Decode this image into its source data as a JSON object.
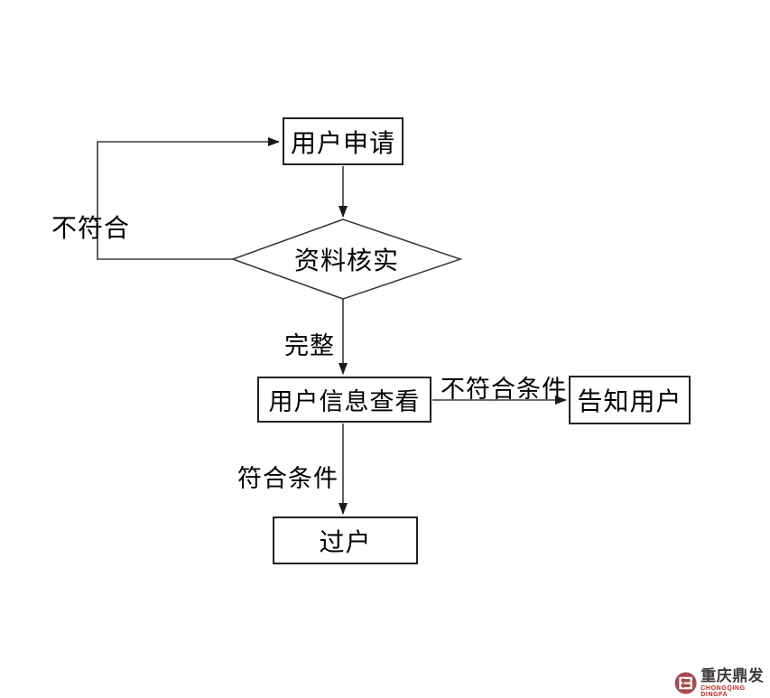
{
  "diagram": {
    "nodes": [
      {
        "id": "apply",
        "label": "用户申请",
        "type": "process"
      },
      {
        "id": "verify",
        "label": "资料核实",
        "type": "decision"
      },
      {
        "id": "view",
        "label": "用户信息查看",
        "type": "process"
      },
      {
        "id": "notify",
        "label": "告知用户",
        "type": "process"
      },
      {
        "id": "transfer",
        "label": "过户",
        "type": "process"
      }
    ],
    "edges": [
      {
        "from": "apply",
        "to": "verify",
        "label": ""
      },
      {
        "from": "verify",
        "to": "apply",
        "label": "不符合"
      },
      {
        "from": "verify",
        "to": "view",
        "label": "完整"
      },
      {
        "from": "view",
        "to": "notify",
        "label": "不符合条件"
      },
      {
        "from": "view",
        "to": "transfer",
        "label": "符合条件"
      }
    ]
  },
  "logo": {
    "brand_cn": "重庆鼎发",
    "brand_en": "CHONGQING DINGFA",
    "seal_color": "#a94a50",
    "cn_color": "#3e3a39",
    "en_color": "#c2251f"
  },
  "colors": {
    "line": "#3a3a3a",
    "arrowhead": "#1a1a1a",
    "box_border": "#222222",
    "background": "#ffffff"
  }
}
